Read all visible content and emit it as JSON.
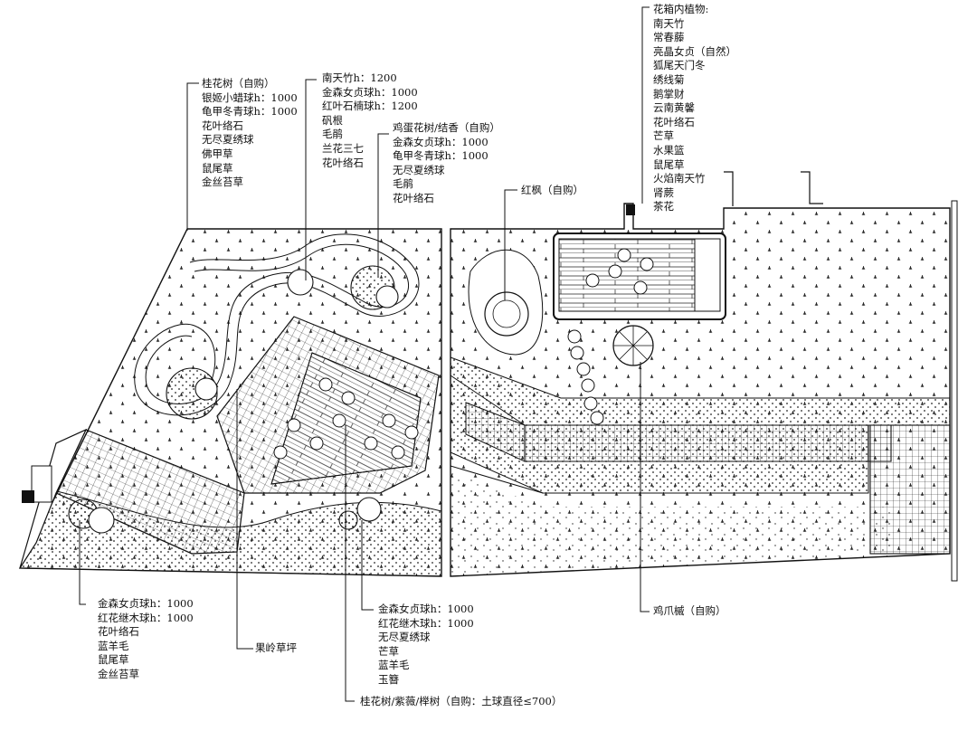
{
  "labels": {
    "planter": [
      "花箱内植物:",
      "南天竹",
      "常春藤",
      "亮晶女贞（自然）",
      "狐尾天门冬",
      "绣线菊",
      "鹅掌财",
      "云南黄馨",
      "花叶络石",
      "芒草",
      "水果篮",
      "鼠尾草",
      "火焰南天竹",
      "肾蕨",
      "茶花"
    ],
    "osmanthus_top": [
      "桂花树（自购）",
      "银姬小蜡球h：1000",
      "龟甲冬青球h：1000",
      "花叶络石",
      "无尽夏绣球",
      "佛甲草",
      "鼠尾草",
      "金丝苔草"
    ],
    "nandina": [
      "南天竹h：1200",
      "金森女贞球h：1000",
      "红叶石楠球h：1200",
      "矾根",
      "毛鹃",
      "兰花三七",
      "花叶络石"
    ],
    "plumeria": [
      "鸡蛋花树/结香（自购）",
      "金森女贞球h：1000",
      "龟甲冬青球h：1000",
      "无尽夏绣球",
      "毛鹃",
      "花叶络石"
    ],
    "red_maple": [
      "红枫（自购）"
    ],
    "bottom_left": [
      "金森女贞球h：1000",
      "红花继木球h：1000",
      "花叶络石",
      "蓝羊毛",
      "鼠尾草",
      "金丝苔草"
    ],
    "lawn": [
      "果岭草坪"
    ],
    "bottom_center": [
      "金森女贞球h：1000",
      "红花继木球h：1000",
      "无尽夏绣球",
      "芒草",
      "蓝羊毛",
      "玉簪"
    ],
    "trees_bottom": [
      "桂花树/紫薇/榉树（自购：土球直径≤700）"
    ],
    "maple_claw": [
      "鸡爪槭（自购）"
    ]
  }
}
